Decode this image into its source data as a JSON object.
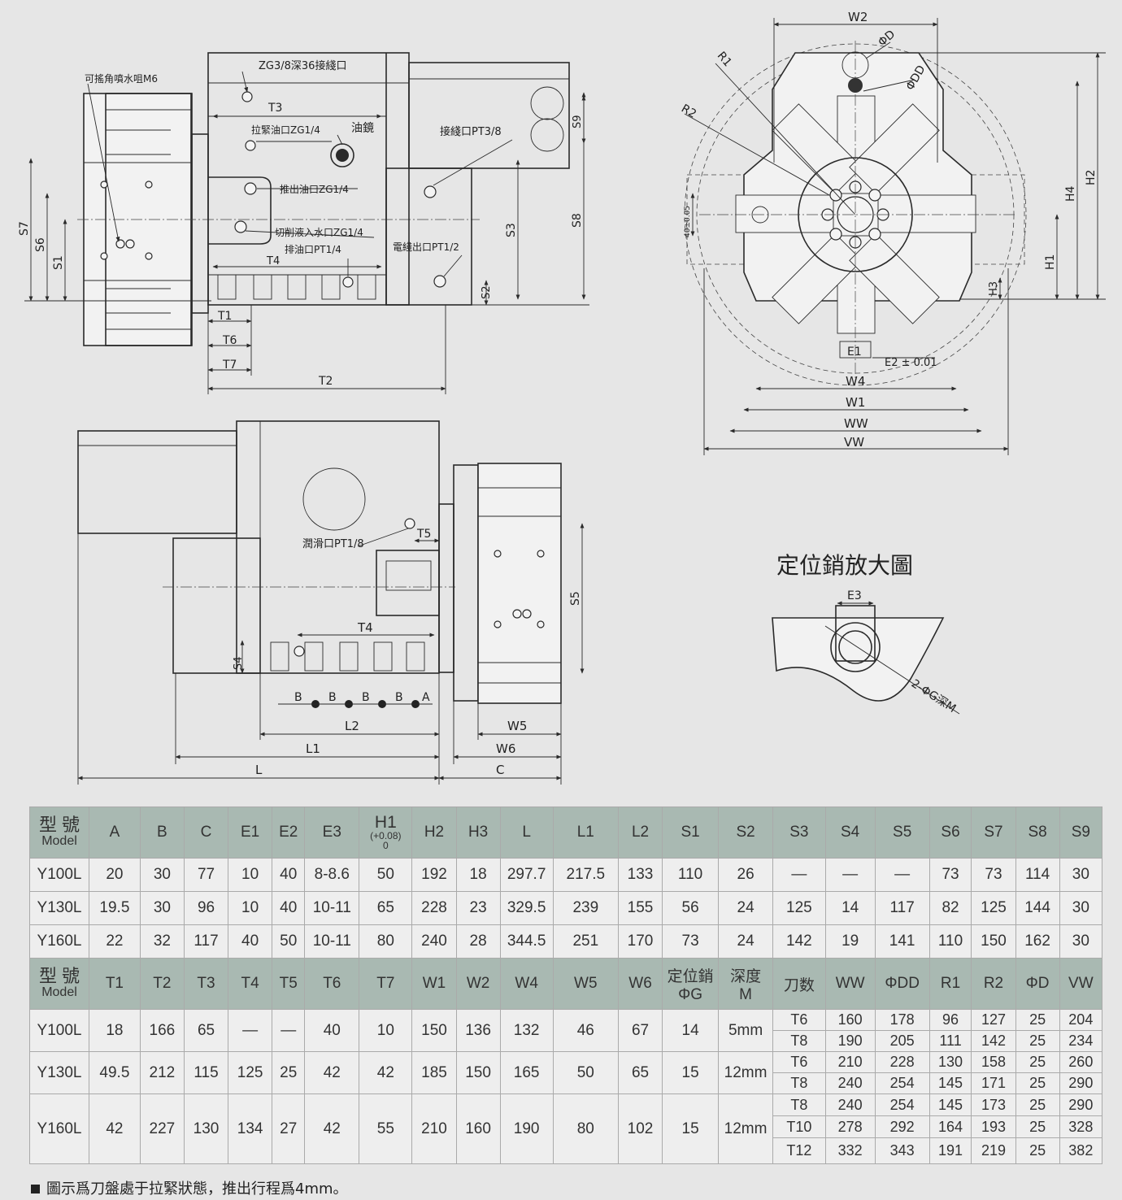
{
  "labels": {
    "nozzle": "可搖角噴水咀M6",
    "zg38": "ZG3/8深36接綫口",
    "pull_oil": "拉緊油口ZG1/4",
    "sight_glass": "油鏡",
    "wire_in": "接綫口PT3/8",
    "push_oil": "推出油口ZG1/4",
    "coolant": "切削液入水口ZG1/4",
    "drain": "排油口PT1/4",
    "wire_out": "電綫出口PT1/2",
    "lube": "潤滑口PT1/8",
    "pin_title": "定位銷放大圖",
    "pin_hole": "2-ΦG深M",
    "tol": "E2 ± 0.01",
    "h3tol": "40±0.05"
  },
  "dims": {
    "T1": "T1",
    "T2": "T2",
    "T3": "T3",
    "T4": "T4",
    "T5": "T5",
    "T6": "T6",
    "T7": "T7",
    "S1": "S1",
    "S2": "S2",
    "S3": "S3",
    "S4": "S4",
    "S5": "S5",
    "S6": "S6",
    "S7": "S7",
    "S8": "S8",
    "S9": "S9",
    "W1": "W1",
    "W2": "W2",
    "W4": "W4",
    "W5": "W5",
    "W6": "W6",
    "WW": "WW",
    "VW": "VW",
    "H1": "H1",
    "H2": "H2",
    "H3": "H3",
    "H4": "H4",
    "E1": "E1",
    "E3": "E3",
    "R1": "R1",
    "R2": "R2",
    "D": "ΦD",
    "DD": "ΦDD",
    "L": "L",
    "L1": "L1",
    "L2": "L2",
    "C": "C",
    "A": "A",
    "B": "B"
  },
  "table1": {
    "model_cn": "型 號",
    "model_en": "Model",
    "h1_label": "H1",
    "h1_tol_top": "(+0.08)",
    "h1_tol_bot": "0",
    "headers": [
      "A",
      "B",
      "C",
      "E1",
      "E2",
      "E3",
      "H2",
      "H3",
      "L",
      "L1",
      "L2",
      "S1",
      "S2",
      "S3",
      "S4",
      "S5",
      "S6",
      "S7",
      "S8",
      "S9"
    ],
    "rows": [
      {
        "model": "Y100L",
        "A": "20",
        "B": "30",
        "C": "77",
        "E1": "10",
        "E2": "40",
        "E3": "8-8.6",
        "H1": "50",
        "H2": "192",
        "H3": "18",
        "L": "297.7",
        "L1": "217.5",
        "L2": "133",
        "S1": "110",
        "S2": "26",
        "S3": "—",
        "S4": "—",
        "S5": "—",
        "S6": "73",
        "S7": "73",
        "S8": "114",
        "S9": "30"
      },
      {
        "model": "Y130L",
        "A": "19.5",
        "B": "30",
        "C": "96",
        "E1": "10",
        "E2": "40",
        "E3": "10-11",
        "H1": "65",
        "H2": "228",
        "H3": "23",
        "L": "329.5",
        "L1": "239",
        "L2": "155",
        "S1": "56",
        "S2": "24",
        "S3": "125",
        "S4": "14",
        "S5": "117",
        "S6": "82",
        "S7": "125",
        "S8": "144",
        "S9": "30"
      },
      {
        "model": "Y160L",
        "A": "22",
        "B": "32",
        "C": "117",
        "E1": "40",
        "E2": "50",
        "E3": "10-11",
        "H1": "80",
        "H2": "240",
        "H3": "28",
        "L": "344.5",
        "L1": "251",
        "L2": "170",
        "S1": "73",
        "S2": "24",
        "S3": "142",
        "S4": "19",
        "S5": "141",
        "S6": "110",
        "S7": "150",
        "S8": "162",
        "S9": "30"
      }
    ]
  },
  "table2": {
    "headers": [
      "T1",
      "T2",
      "T3",
      "T4",
      "T5",
      "T6",
      "T7",
      "W1",
      "W2",
      "W4",
      "W5",
      "W6"
    ],
    "pin_hdr_top": "定位銷",
    "pin_hdr_bot": "ΦG",
    "depth_hdr_top": "深度",
    "depth_hdr_bot": "M",
    "sub_headers": [
      "刀数",
      "WW",
      "ΦDD",
      "R1",
      "R2",
      "ΦD",
      "VW"
    ],
    "rows": [
      {
        "model": "Y100L",
        "T1": "18",
        "T2": "166",
        "T3": "65",
        "T4": "—",
        "T5": "—",
        "T6": "40",
        "T7": "10",
        "W1": "150",
        "W2": "136",
        "W4": "132",
        "W5": "46",
        "W6": "67",
        "G": "14",
        "M": "5mm",
        "sub": [
          [
            "T6",
            "160",
            "178",
            "96",
            "127",
            "25",
            "204"
          ],
          [
            "T8",
            "190",
            "205",
            "111",
            "142",
            "25",
            "234"
          ]
        ]
      },
      {
        "model": "Y130L",
        "T1": "49.5",
        "T2": "212",
        "T3": "115",
        "T4": "125",
        "T5": "25",
        "T6": "42",
        "T7": "42",
        "W1": "185",
        "W2": "150",
        "W4": "165",
        "W5": "50",
        "W6": "65",
        "G": "15",
        "M": "12mm",
        "sub": [
          [
            "T6",
            "210",
            "228",
            "130",
            "158",
            "25",
            "260"
          ],
          [
            "T8",
            "240",
            "254",
            "145",
            "171",
            "25",
            "290"
          ]
        ]
      },
      {
        "model": "Y160L",
        "T1": "42",
        "T2": "227",
        "T3": "130",
        "T4": "134",
        "T5": "27",
        "T6": "42",
        "T7": "55",
        "W1": "210",
        "W2": "160",
        "W4": "190",
        "W5": "80",
        "W6": "102",
        "G": "15",
        "M": "12mm",
        "sub": [
          [
            "T8",
            "240",
            "254",
            "145",
            "173",
            "25",
            "290"
          ],
          [
            "T10",
            "278",
            "292",
            "164",
            "193",
            "25",
            "328"
          ],
          [
            "T12",
            "332",
            "343",
            "191",
            "219",
            "25",
            "382"
          ]
        ]
      }
    ]
  },
  "footnote": "圖示爲刀盤處于拉緊狀態，推出行程爲4mm。"
}
